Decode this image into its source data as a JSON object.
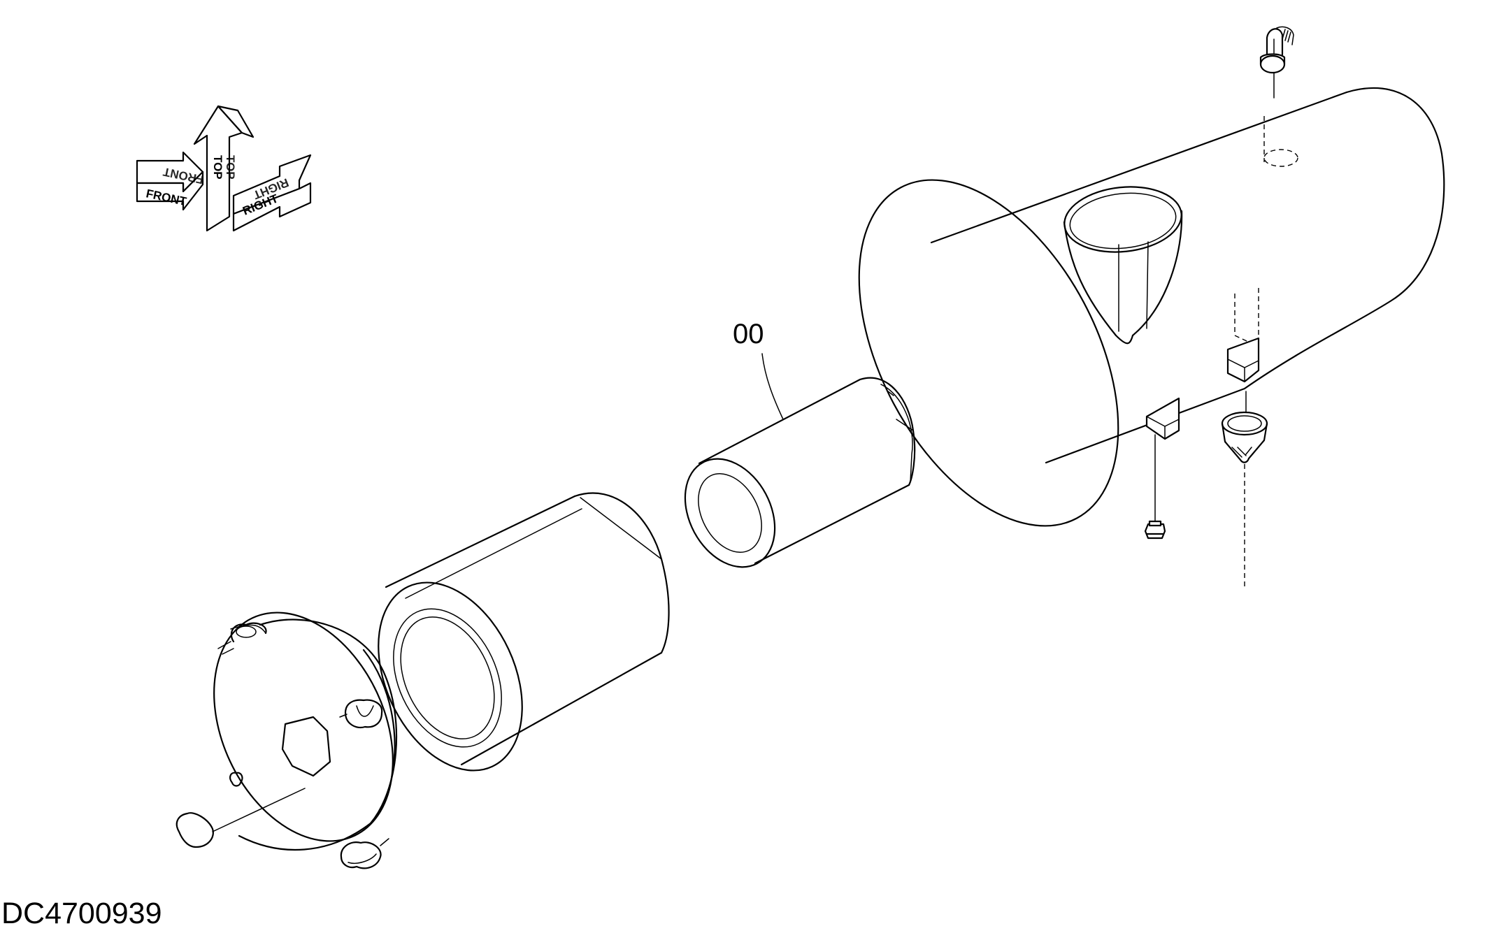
{
  "diagram": {
    "drawing_number": "DC4700939",
    "callout_label": "00",
    "orientation_indicator": {
      "front_label": "FRONT",
      "top_label": "TOP",
      "right_label": "RIGHT"
    }
  }
}
